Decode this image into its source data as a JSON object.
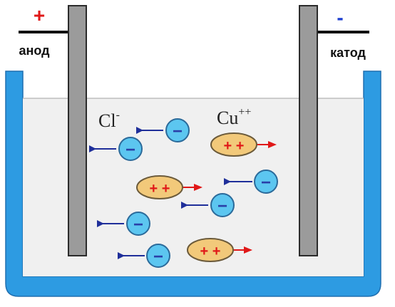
{
  "anode": {
    "sign": "+",
    "label": "анод"
  },
  "cathode": {
    "sign": "-",
    "label": "катод"
  },
  "chloride_label": {
    "base": "Cl",
    "charge": "-"
  },
  "copper_label": {
    "base": "Cu",
    "charge": "++"
  },
  "anion_symbol": "−",
  "cation_symbol": "+ +",
  "colors": {
    "vessel": "#2d9be2",
    "electrolyte": "#f0f0f0",
    "electrode_fill": "#9b9b9b",
    "anion_fill": "#5cc6f0",
    "anion_symbol": "#2a3fa8",
    "anion_arrow": "#1f2f9a",
    "cation_fill": "#f2c97a",
    "cation_symbol": "#e01818",
    "cation_arrow": "#e01818",
    "anode_sign": "#e01818",
    "cathode_sign": "#1e3fd0"
  }
}
